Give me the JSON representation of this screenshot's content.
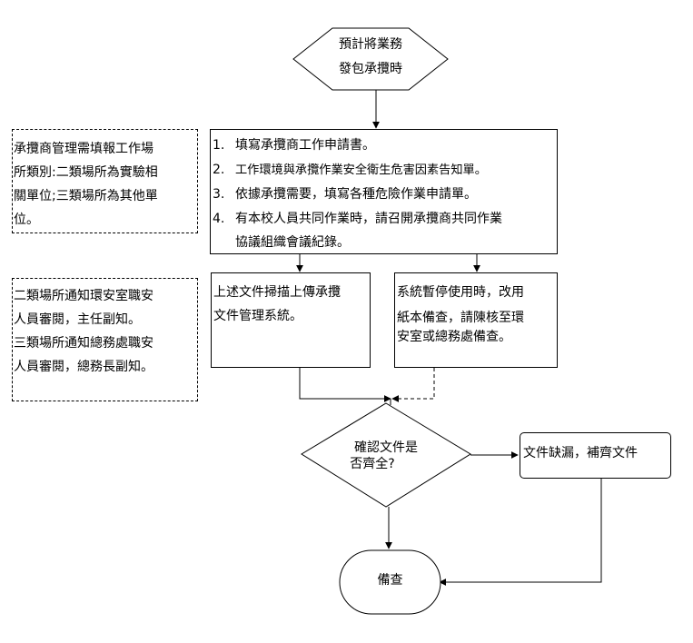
{
  "start": {
    "line1": "預計將業務",
    "line2": "發包承攬時"
  },
  "steps": [
    {
      "num": "1.",
      "text": "填寫承攬商工作申請書。"
    },
    {
      "num": "2.",
      "text": "工作環境與承攬作業安全衛生危害因素告知單。"
    },
    {
      "num": "3.",
      "text": "依據承攬需要，填寫各種危險作業申請單。"
    },
    {
      "num": "4.",
      "text": "有本校人員共同作業時，請召開承攬商共同作業",
      "text2": "協議組織會議紀錄。"
    }
  ],
  "note_top": {
    "line1": "承攬商管理需填報工作場",
    "line2": "所類別:二類場所為實驗相",
    "line3": "關單位;三類場所為其他單",
    "line4": "位。"
  },
  "note_mid": {
    "line1": "二類場所通知環安室職安",
    "line2": "人員審閱，主任副知。",
    "line3": "三類場所通知總務處職安",
    "line4": "人員審閱，總務長副知。"
  },
  "upload_box": {
    "line1": "上述文件掃描上傳承攬",
    "line2": "文件管理系統。"
  },
  "paper_box": {
    "line1": "系統暫停使用時，改用",
    "line2": "紙本備查，請陳核至環",
    "line3": "安室或總務處備查。"
  },
  "decision": {
    "line1": "確認文件是",
    "line2": "否齊全?"
  },
  "missing_box": {
    "label": "文件缺漏，補齊文件"
  },
  "end": {
    "label": "備查"
  }
}
